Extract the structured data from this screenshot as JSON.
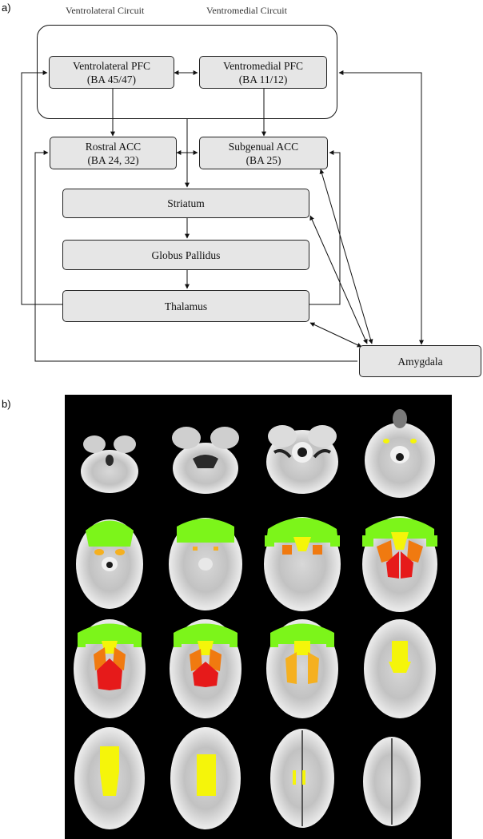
{
  "panels": {
    "a": "a)",
    "b": "b)"
  },
  "circuits": {
    "ventrolateral": "Ventrolateral Circuit",
    "ventromedial": "Ventromedial Circuit"
  },
  "nodes": {
    "vlpfc": {
      "line1": "Ventrolateral PFC",
      "line2": "(BA 45/47)"
    },
    "vmpfc": {
      "line1": "Ventromedial PFC",
      "line2": "(BA 11/12)"
    },
    "racc": {
      "line1": "Rostral ACC",
      "line2": "(BA 24, 32)"
    },
    "sacc": {
      "line1": "Subgenual ACC",
      "line2": "(BA 25)"
    },
    "striatum": {
      "line1": "Striatum"
    },
    "gp": {
      "line1": "Globus Pallidus"
    },
    "thalamus": {
      "line1": "Thalamus"
    },
    "amygdala": {
      "line1": "Amygdala"
    }
  },
  "colors": {
    "node_fill": "#e6e6e6",
    "region_green": "#7cf51a",
    "region_yellow": "#f5f50a",
    "region_amber": "#f5b020",
    "region_orange": "#f07a10",
    "region_red": "#e61a1a",
    "background_black": "#000000"
  }
}
